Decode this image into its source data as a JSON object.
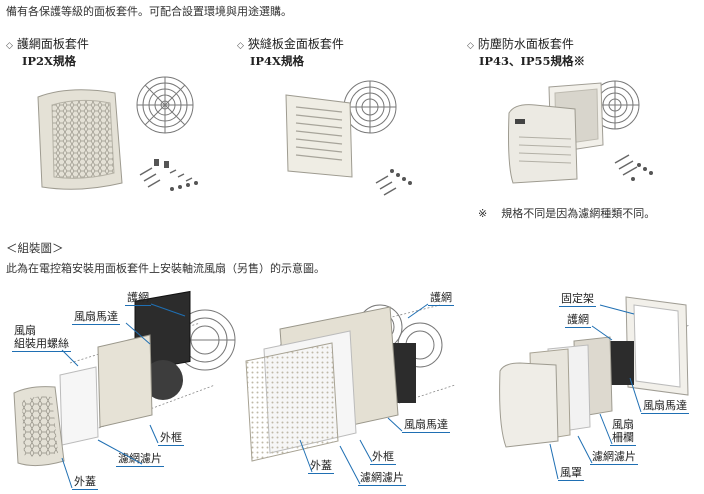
{
  "intro": "備有各保護等級的面板套件。可配合設置環境與用途選購。",
  "categories": [
    {
      "title": "護網面板套件",
      "spec": "IP2X規格"
    },
    {
      "title": "狹縫板金面板套件",
      "spec": "IP4X規格"
    },
    {
      "title": "防塵防水面板套件",
      "spec": "IP43、IP55規格※"
    }
  ],
  "bullet": "◇",
  "footnote": {
    "mark": "※",
    "text": "規格不同是因為濾網種類不同。"
  },
  "assembly": {
    "heading": "＜組裝圖＞",
    "description": "此為在電控箱安裝用面板套件上安裝軸流風扇（另售）的示意圖。"
  },
  "diagram1_labels": {
    "guard": "護網",
    "fan_motor": "風扇馬達",
    "fan_screws_line1": "風扇",
    "fan_screws_line2": "組裝用螺絲",
    "frame": "外框",
    "filter": "濾網濾片",
    "cover": "外蓋"
  },
  "diagram2_labels": {
    "guard": "護網",
    "fan_motor": "風扇馬達",
    "frame": "外框",
    "cover": "外蓋",
    "filter": "濾網濾片"
  },
  "diagram3_labels": {
    "bracket": "固定架",
    "guard": "護網",
    "fan_motor": "風扇馬達",
    "fan_grille_line1": "風扇",
    "fan_grille_line2": "柵欄",
    "filter": "濾網濾片",
    "hood": "風罩"
  },
  "colors": {
    "leader_line": "#1f6fb3",
    "text": "#333333"
  }
}
